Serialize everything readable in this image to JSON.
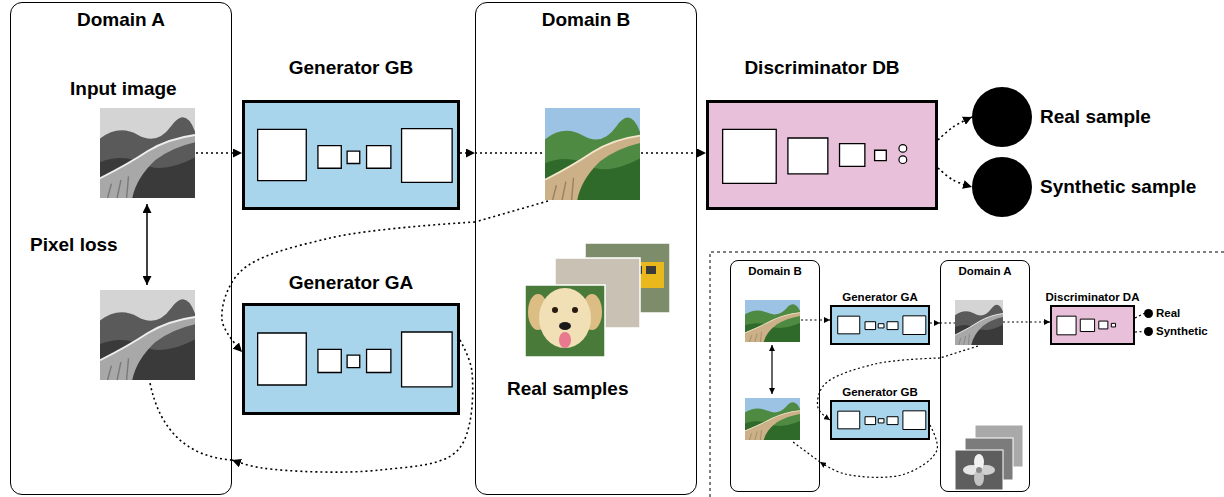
{
  "diagram": {
    "nodes": [
      {
        "text": [
          "Domain A"
        ]
      },
      {
        "text": [
          "Generator GB"
        ]
      },
      {
        "text": [
          "Domain B"
        ]
      },
      {
        "text": [
          "Discriminator DB"
        ]
      },
      {
        "text": [
          "Real sample"
        ]
      },
      {
        "text": [
          "Synthetic sample"
        ]
      },
      {
        "text": [
          "Generator GA"
        ]
      },
      {
        "text": [
          "Domain B"
        ]
      },
      {
        "text": [
          "Generator GA"
        ]
      },
      {
        "text": [
          "Domain A"
        ]
      },
      {
        "text": [
          "Discriminator DA"
        ]
      },
      {
        "text": [
          "Real"
        ]
      },
      {
        "text": [
          "Synthetic"
        ]
      },
      {
        "text": [
          "Generator GB"
        ]
      }
    ],
    "edges": [
      {
        "from": 0,
        "to": 1,
        "arrow": "to"
      },
      {
        "from": 1,
        "to": 2,
        "arrow": "to"
      },
      {
        "from": 2,
        "to": 3,
        "arrow": "to"
      },
      {
        "from": 3,
        "to": 4,
        "arrow": "to"
      },
      {
        "from": 3,
        "to": 5,
        "arrow": "to"
      },
      {
        "from": 2,
        "to": 6,
        "arrow": "to"
      },
      {
        "from": 6,
        "to": 0,
        "arrow": "to"
      },
      {
        "from": 7,
        "to": 8,
        "arrow": "to"
      },
      {
        "from": 8,
        "to": 9,
        "arrow": "to"
      },
      {
        "from": 9,
        "to": 10,
        "arrow": "to"
      },
      {
        "from": 10,
        "to": 11,
        "arrow": "none"
      },
      {
        "from": 10,
        "to": 12,
        "arrow": "none"
      },
      {
        "from": 9,
        "to": 13,
        "arrow": "to"
      },
      {
        "from": 13,
        "to": 7,
        "arrow": "to"
      }
    ],
    "labels": [
      "Input image",
      "Pixel loss",
      "Real samples"
    ]
  }
}
